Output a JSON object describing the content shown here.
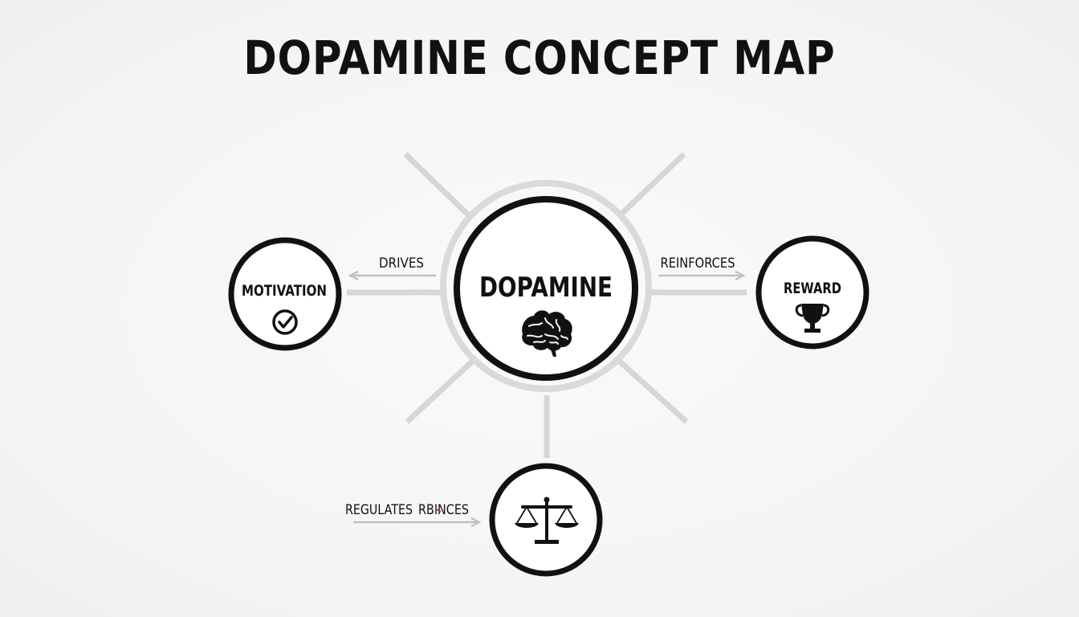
{
  "title": "DOPAMINE CONCEPT MAP",
  "nodes": {
    "center": {
      "label": "DOPAMINE",
      "icon": "brain-icon"
    },
    "left": {
      "label": "MOTIVATION",
      "icon": "check-circle-icon"
    },
    "right": {
      "label": "REWARD",
      "icon": "trophy-icon"
    },
    "bottom": {
      "label": "",
      "icon": "balance-scale-icon"
    }
  },
  "edges": {
    "drives": {
      "label": "DRIVES",
      "from": "DOPAMINE",
      "to": "MOTIVATION"
    },
    "reinforces": {
      "label": "REINFORCES",
      "from": "DOPAMINE",
      "to": "REWARD"
    },
    "regulates": {
      "label": "REGULATES",
      "overlap_label": "RBINCES",
      "to": "balance"
    }
  },
  "colors": {
    "outline": "#111111",
    "spokes": "#d6d6d6",
    "arrows": "#bdbdbd",
    "glitch": "#b0303a"
  }
}
